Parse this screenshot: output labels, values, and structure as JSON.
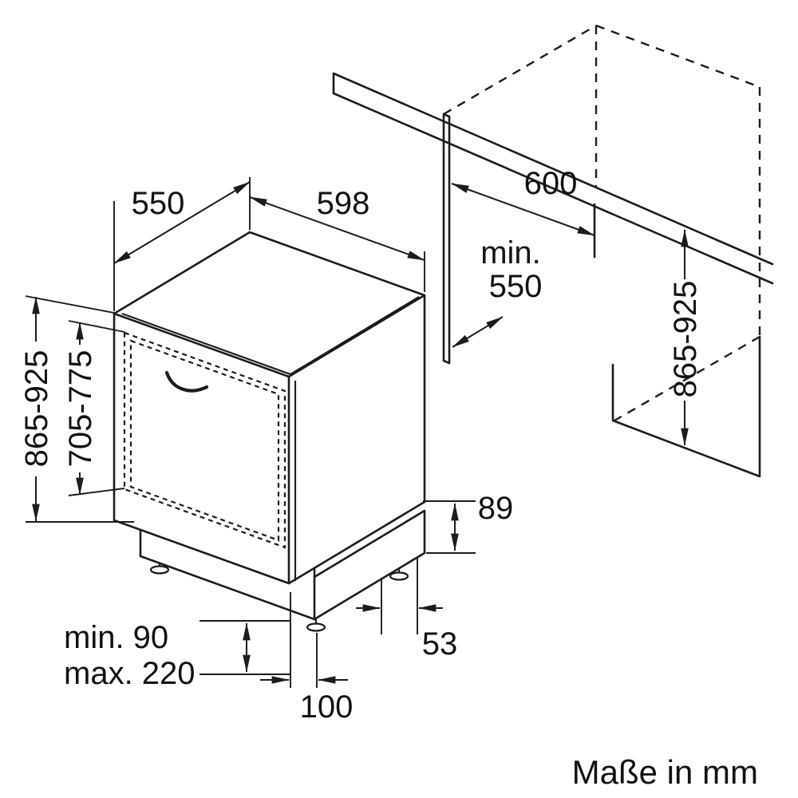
{
  "units_note": "Maße in mm",
  "appliance": {
    "depth": "550",
    "width": "598",
    "height": "865-925",
    "door_height": "705-775",
    "rear_clearance": "89",
    "rear_foot_offset": "53",
    "plinth_min": "min. 90",
    "plinth_max": "max. 220",
    "front_foot_offset": "100"
  },
  "niche": {
    "width": "600",
    "depth_min_label": "min.",
    "depth_min_value": "550",
    "height": "865-925"
  }
}
